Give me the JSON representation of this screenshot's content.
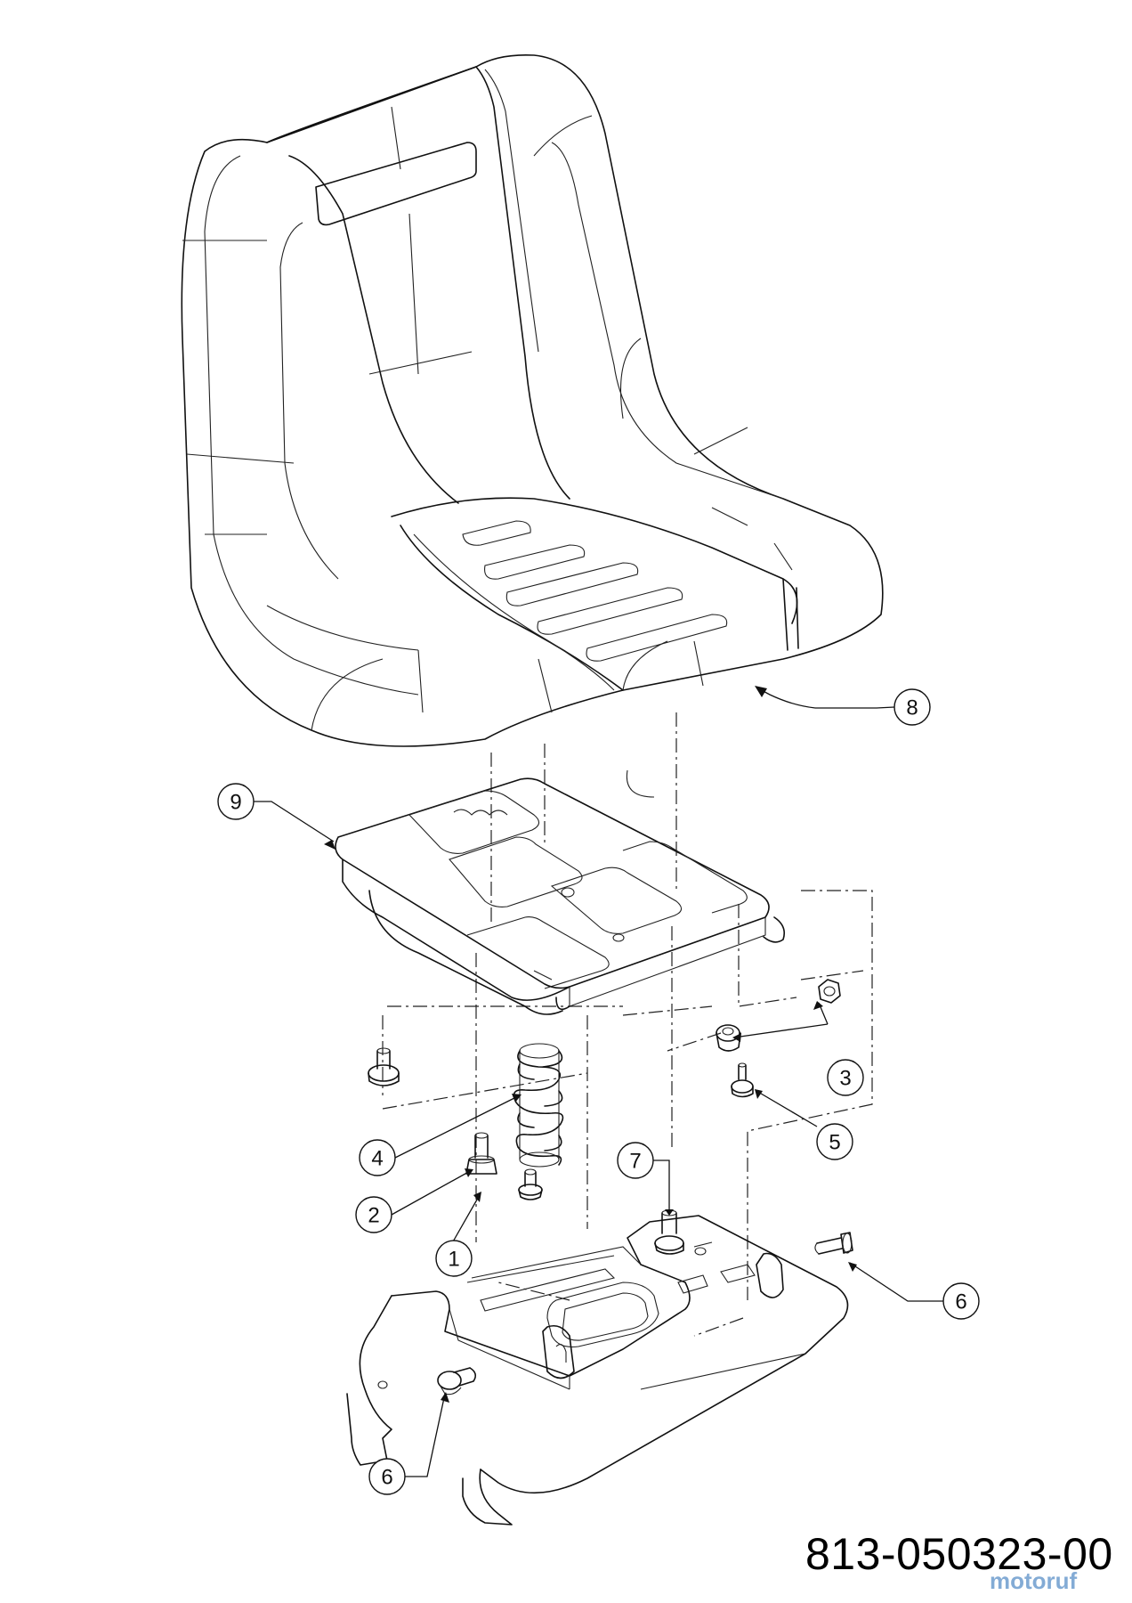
{
  "drawing_number": "813-050323-00",
  "watermark": "motoruf",
  "callouts": [
    {
      "id": "c8",
      "label": "8",
      "part": "seat"
    },
    {
      "id": "c9",
      "label": "9",
      "part": "seat-plate"
    },
    {
      "id": "c3",
      "label": "3",
      "part": "nut"
    },
    {
      "id": "c5",
      "label": "5",
      "part": "pivot-pin"
    },
    {
      "id": "c4",
      "label": "4",
      "part": "spring"
    },
    {
      "id": "c7",
      "label": "7",
      "part": "adjustment-knob-bolt"
    },
    {
      "id": "c2",
      "label": "2",
      "part": "shoulder-bolt"
    },
    {
      "id": "c1",
      "label": "1",
      "part": "bushing"
    },
    {
      "id": "c6a",
      "label": "6",
      "part": "screw-right"
    },
    {
      "id": "c6b",
      "label": "6",
      "part": "screw-left"
    }
  ]
}
